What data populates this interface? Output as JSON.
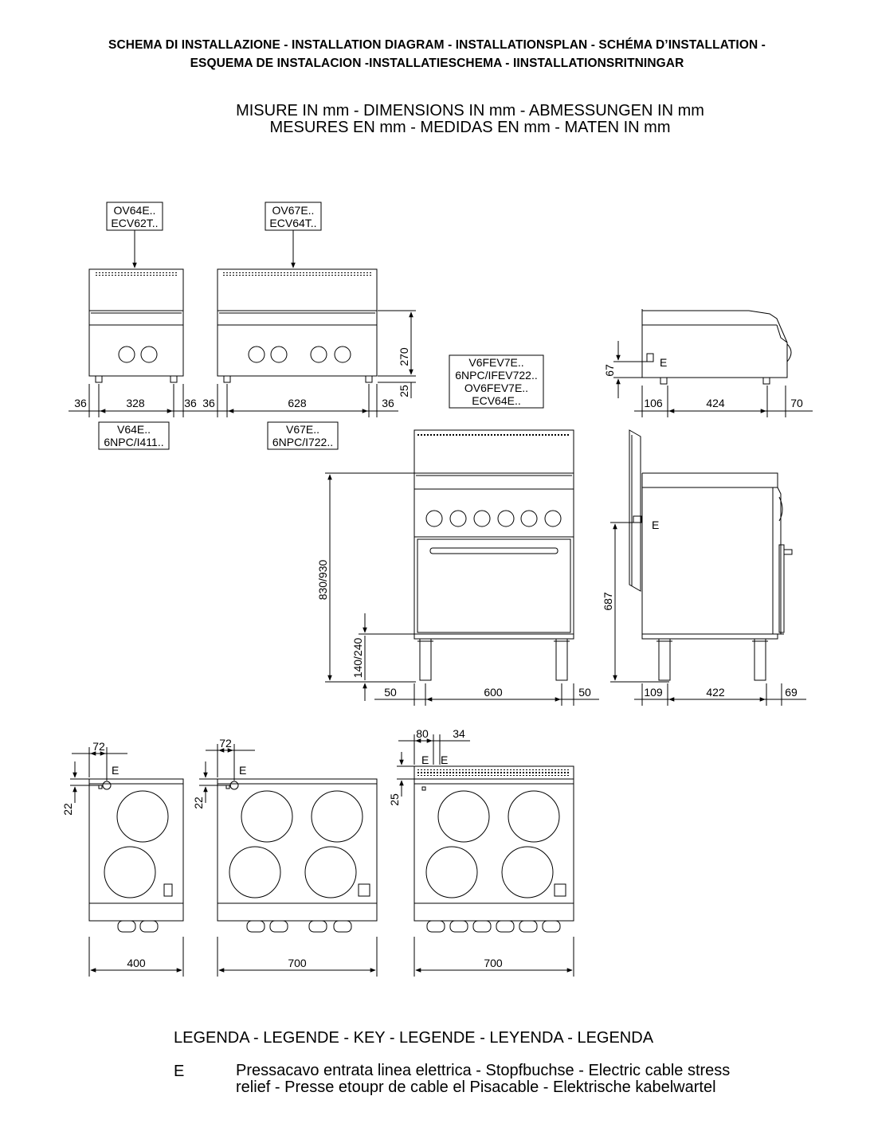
{
  "header": {
    "line1": "SCHEMA DI INSTALLAZIONE - INSTALLATION DIAGRAM - INSTALLATIONSPLAN - SCHÉMA D’INSTALLATION -",
    "line2": "ESQUEMA DE INSTALACION -INSTALLATIESCHEMA - IINSTALLATIONSRITNINGAR"
  },
  "subtitle": {
    "line1": "MISURE IN mm - DIMENSIONS IN mm - ABMESSUNGEN IN mm",
    "line2": "MESURES EN mm - MEDIDAS EN mm - MATEN IN mm"
  },
  "labels": {
    "model_a_top_1": "OV64E..",
    "model_a_top_2": "ECV62T..",
    "model_b_top_1": "OV67E..",
    "model_b_top_2": "ECV64T..",
    "model_a_bottom_1": "V64E..",
    "model_a_bottom_2": "6NPC/I411..",
    "model_b_bottom_1": "V67E..",
    "model_b_bottom_2": "6NPC/I722..",
    "model_c_1": "V6FEV7E..",
    "model_c_2": "6NPC/IFEV722..",
    "model_c_3": "OV6FEV7E..",
    "model_c_4": "ECV64E..",
    "e": "E"
  },
  "dimensions": {
    "d36": "36",
    "d328": "328",
    "d628": "628",
    "d270": "270",
    "d25": "25",
    "d67": "67",
    "d106": "106",
    "d424": "424",
    "d70": "70",
    "d830_930": "830/930",
    "d140_240": "140/240",
    "d50": "50",
    "d600": "600",
    "d687": "687",
    "d109": "109",
    "d422": "422",
    "d69": "69",
    "d72": "72",
    "d22": "22",
    "d80": "80",
    "d34": "34",
    "d400": "400",
    "d700": "700"
  },
  "legend": {
    "title": "LEGENDA - LEGENDE - KEY - LEGENDE - LEYENDA - LEGENDA",
    "key": "E",
    "text": "Pressacavo entrata linea elettrica - Stopfbuchse - Electric cable stress relief - Presse etoupr de cable el Pisacable - Elektrische kabelwartel"
  }
}
